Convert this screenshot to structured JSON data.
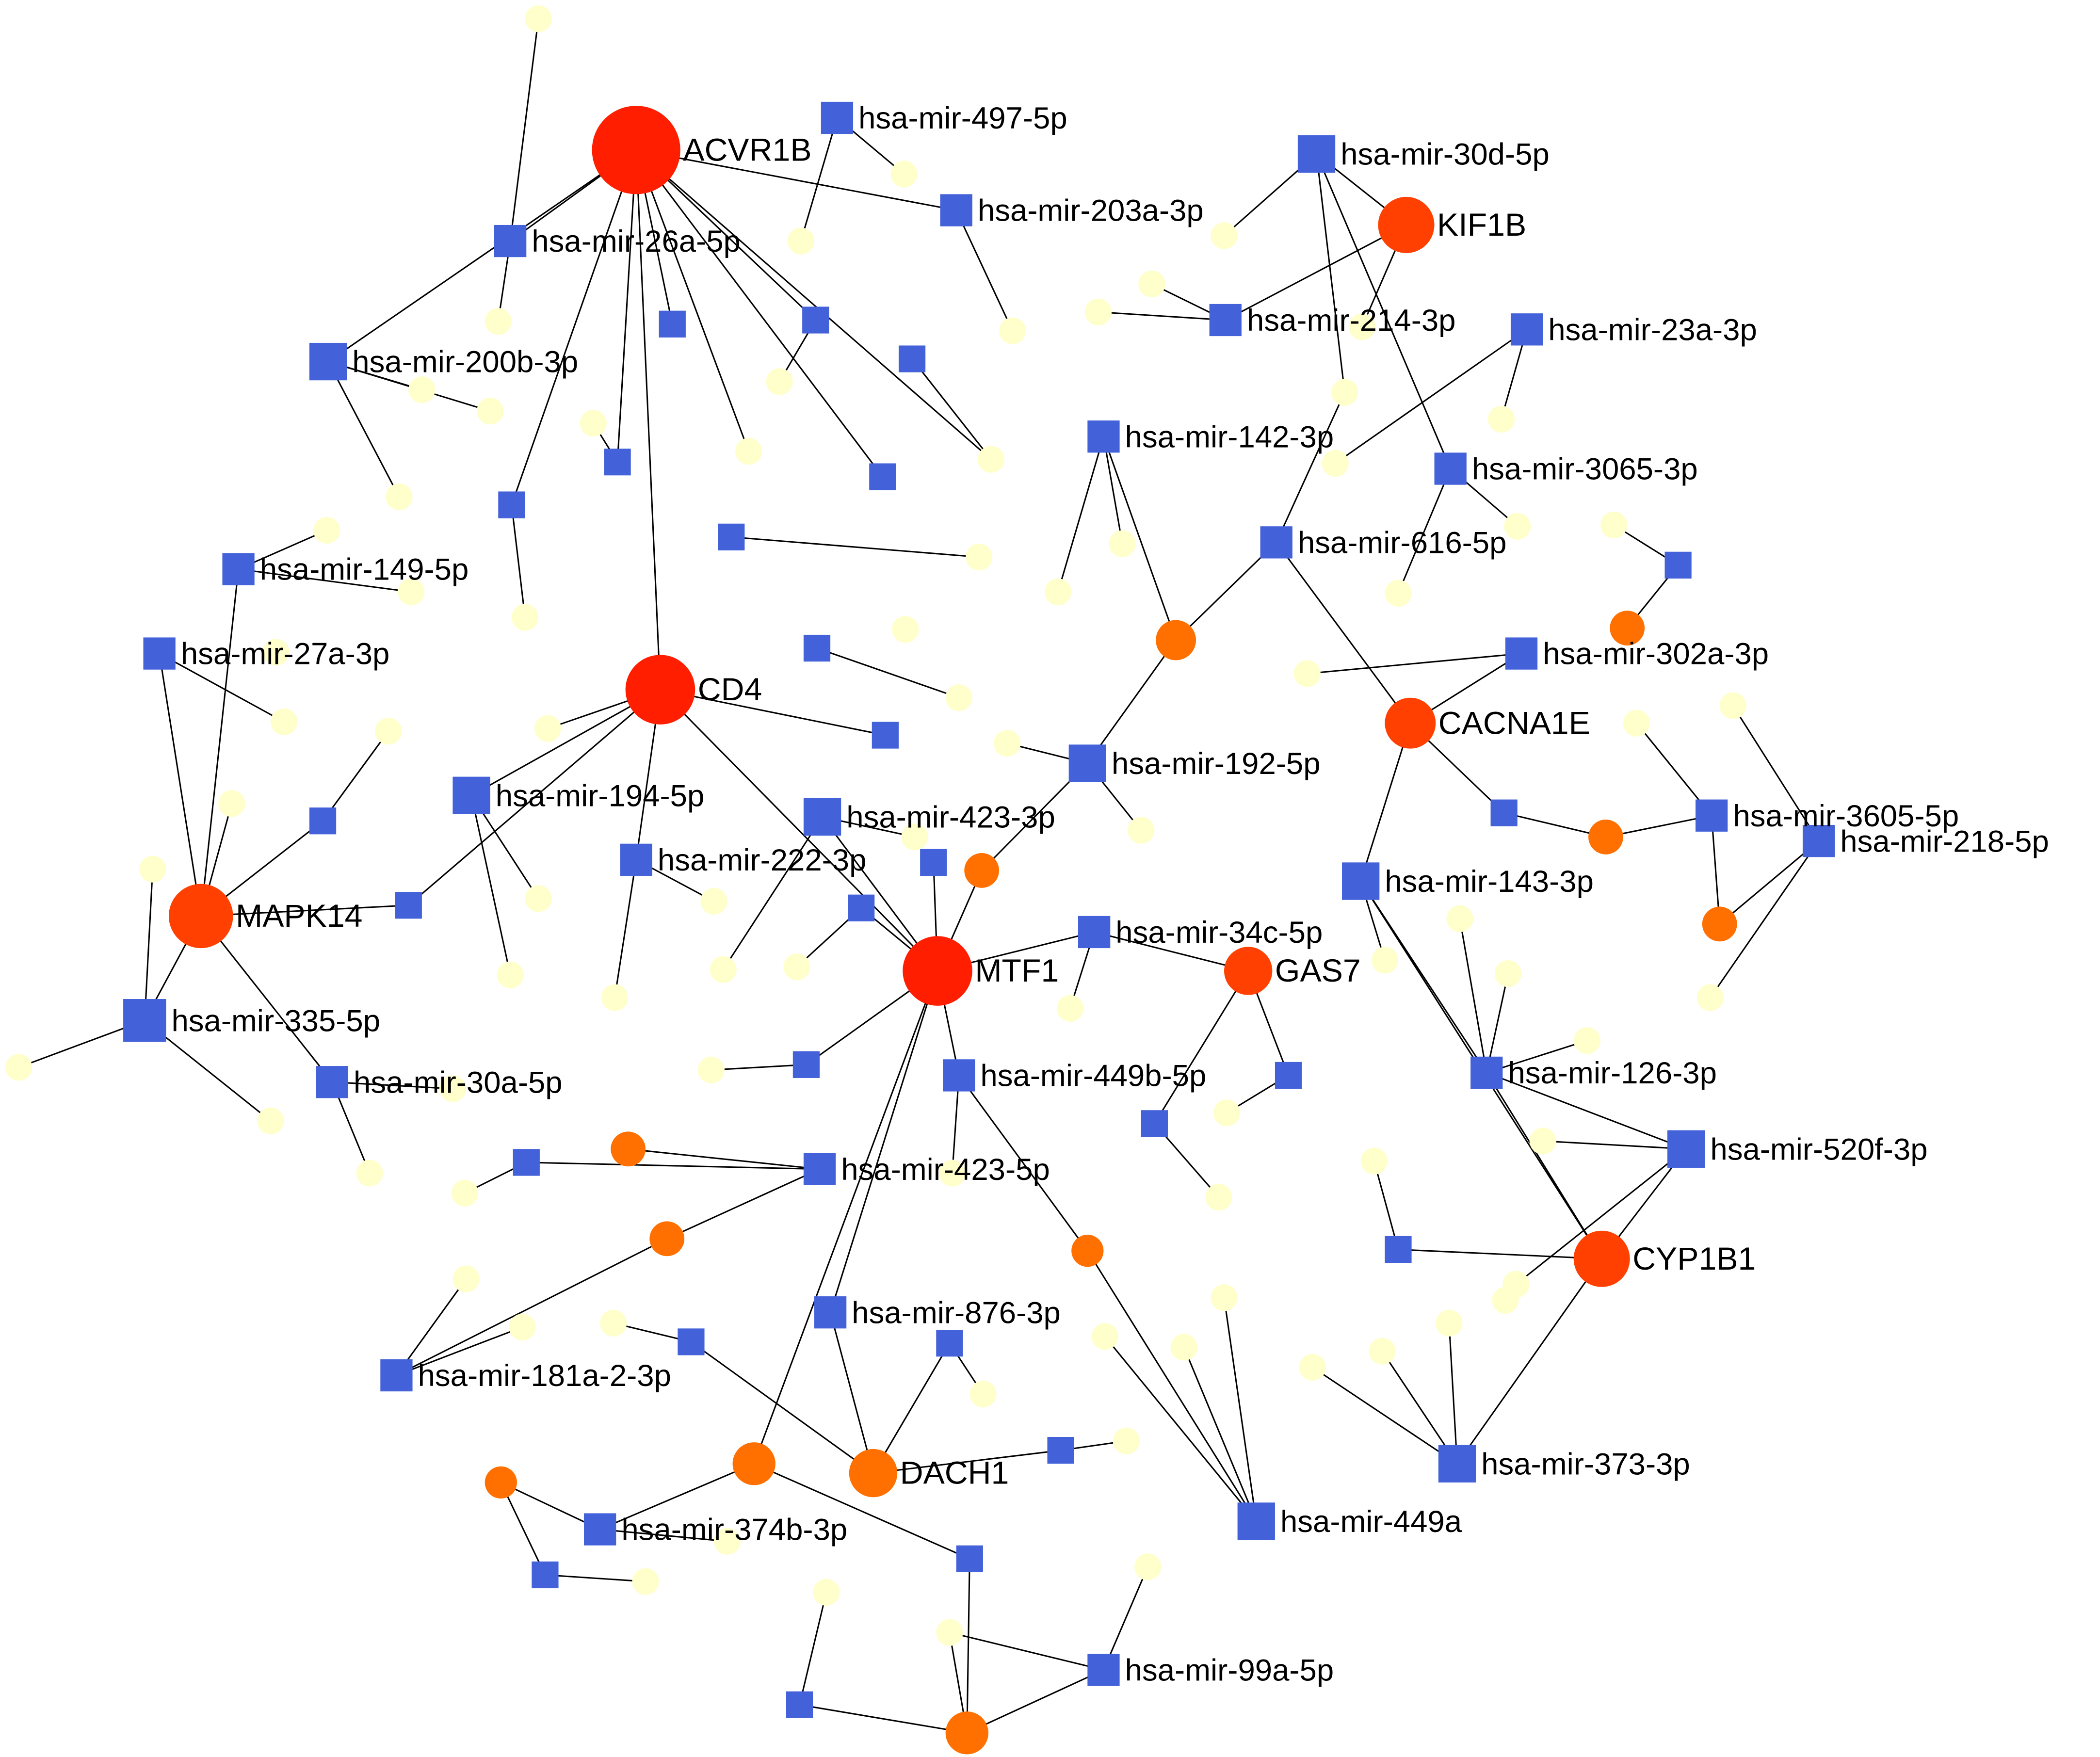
{
  "diagram": {
    "title": "",
    "colors": {
      "edge": "#000000",
      "mirna": "#4361d8",
      "minor_node": "#ffffcc",
      "gene_hub": "#ff1e00",
      "gene_mid": "#ff4000",
      "gene_small": "#ff7000"
    },
    "gene_nodes": [
      {
        "id": "ACVR1B",
        "label": "ACVR1B",
        "tier": "hub"
      },
      {
        "id": "CD4",
        "label": "CD4",
        "tier": "hub"
      },
      {
        "id": "MTF1",
        "label": "MTF1",
        "tier": "hub"
      },
      {
        "id": "MAPK14",
        "label": "MAPK14",
        "tier": "mid"
      },
      {
        "id": "KIF1B",
        "label": "KIF1B",
        "tier": "mid"
      },
      {
        "id": "CACNA1E",
        "label": "CACNA1E",
        "tier": "mid"
      },
      {
        "id": "GAS7",
        "label": "GAS7",
        "tier": "mid"
      },
      {
        "id": "CYP1B1",
        "label": "CYP1B1",
        "tier": "mid"
      },
      {
        "id": "DACH1",
        "label": "DACH1",
        "tier": "small"
      }
    ],
    "mirna_nodes": [
      {
        "id": "m497",
        "label": "hsa-mir-497-5p"
      },
      {
        "id": "m203",
        "label": "hsa-mir-203a-3p"
      },
      {
        "id": "m26a",
        "label": "hsa-mir-26a-5p"
      },
      {
        "id": "m200b",
        "label": "hsa-mir-200b-3p"
      },
      {
        "id": "m149",
        "label": "hsa-mir-149-5p"
      },
      {
        "id": "m27a",
        "label": "hsa-mir-27a-3p"
      },
      {
        "id": "m194",
        "label": "hsa-mir-194-5p"
      },
      {
        "id": "m423_3p",
        "label": "hsa-mir-423-3p"
      },
      {
        "id": "m222",
        "label": "hsa-mir-222-3p"
      },
      {
        "id": "m335",
        "label": "hsa-mir-335-5p"
      },
      {
        "id": "m30a",
        "label": "hsa-mir-30a-5p"
      },
      {
        "id": "m30d",
        "label": "hsa-mir-30d-5p"
      },
      {
        "id": "m214",
        "label": "hsa-mir-214-3p"
      },
      {
        "id": "m23a",
        "label": "hsa-mir-23a-3p"
      },
      {
        "id": "m142",
        "label": "hsa-mir-142-3p"
      },
      {
        "id": "m3065",
        "label": "hsa-mir-3065-3p"
      },
      {
        "id": "m616",
        "label": "hsa-mir-616-5p"
      },
      {
        "id": "m302a",
        "label": "hsa-mir-302a-3p"
      },
      {
        "id": "m192",
        "label": "hsa-mir-192-5p"
      },
      {
        "id": "m3605",
        "label": "hsa-mir-3605-5p"
      },
      {
        "id": "m218",
        "label": "hsa-mir-218-5p"
      },
      {
        "id": "m143",
        "label": "hsa-mir-143-3p"
      },
      {
        "id": "m34c",
        "label": "hsa-mir-34c-5p"
      },
      {
        "id": "m449b",
        "label": "hsa-mir-449b-5p"
      },
      {
        "id": "m126",
        "label": "hsa-mir-126-3p"
      },
      {
        "id": "m520f",
        "label": "hsa-mir-520f-3p"
      },
      {
        "id": "m423_5p",
        "label": "hsa-mir-423-5p"
      },
      {
        "id": "m876",
        "label": "hsa-mir-876-3p"
      },
      {
        "id": "m181a",
        "label": "hsa-mir-181a-2-3p"
      },
      {
        "id": "m374b",
        "label": "hsa-mir-374b-3p"
      },
      {
        "id": "m373",
        "label": "hsa-mir-373-3p"
      },
      {
        "id": "m449a",
        "label": "hsa-mir-449a"
      },
      {
        "id": "m99a",
        "label": "hsa-mir-99a-5p"
      }
    ]
  }
}
